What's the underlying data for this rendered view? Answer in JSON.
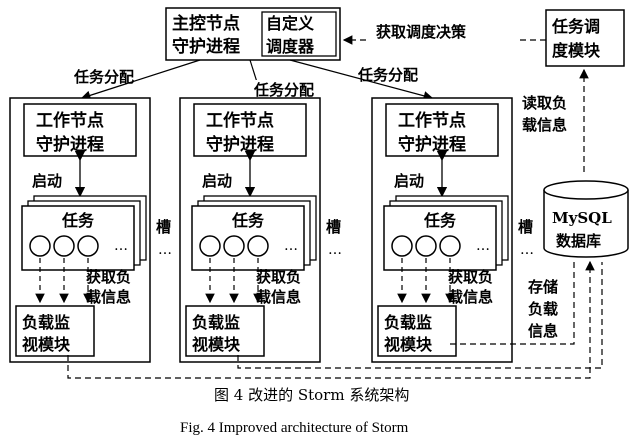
{
  "master": {
    "line1": "主控节点",
    "line2": "守护进程"
  },
  "scheduler": {
    "line1": "自定义",
    "line2": "调度器"
  },
  "task_schedule": {
    "line1": "任务调",
    "line2": "度模块"
  },
  "get_decision": "获取调度决策",
  "assign": "任务分配",
  "read_load": {
    "line1": "读取负",
    "line2": "载信息"
  },
  "worker": {
    "line1": "工作节点",
    "line2": "守护进程"
  },
  "start": "启动",
  "task": "任务",
  "slot": "槽",
  "get_load": {
    "line1": "获取负",
    "line2": "载信息"
  },
  "monitor": {
    "line1": "负载监",
    "line2": "视模块"
  },
  "mysql": {
    "line1": "MySQL",
    "line2": "数据库"
  },
  "store_load": {
    "line1": "存储",
    "line2": "负载",
    "line3": "信息"
  },
  "ellipsis": "…",
  "caption_zh": "图 4   改进的 Storm 系统架构",
  "caption_en": "Fig. 4   Improved architecture of Storm"
}
